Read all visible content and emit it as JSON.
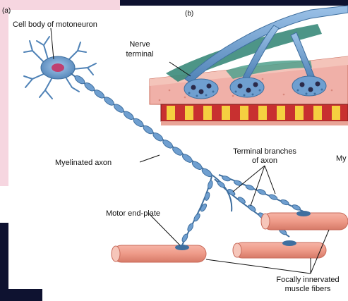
{
  "panels": {
    "a": "(a)",
    "b": "(b)"
  },
  "labels": {
    "cell_body": "Cell body of motoneuron",
    "nerve_terminal_1": "Nerve",
    "nerve_terminal_2": "terminal",
    "myelinated_axon": "Myelinated axon",
    "terminal_branches_1": "Terminal branches",
    "terminal_branches_2": "of axon",
    "motor_end_plate": "Motor end-plate",
    "focal_1": "Focally innervated",
    "focal_2": "muscle fibers",
    "cut_off": "My"
  },
  "colors": {
    "neuron": "#6f9fd0",
    "neuron_dark": "#3f6f9f",
    "nucleus": "#c04070",
    "muscle": "#f0a090",
    "muscle_dark": "#c86a5a",
    "muscle_band_yellow": "#f5d040",
    "muscle_band_red": "#c83030",
    "nerve_sheath_green": "#3a8a7a",
    "background_pink": "#f6d6e0",
    "background_navy": "#0e1230"
  }
}
